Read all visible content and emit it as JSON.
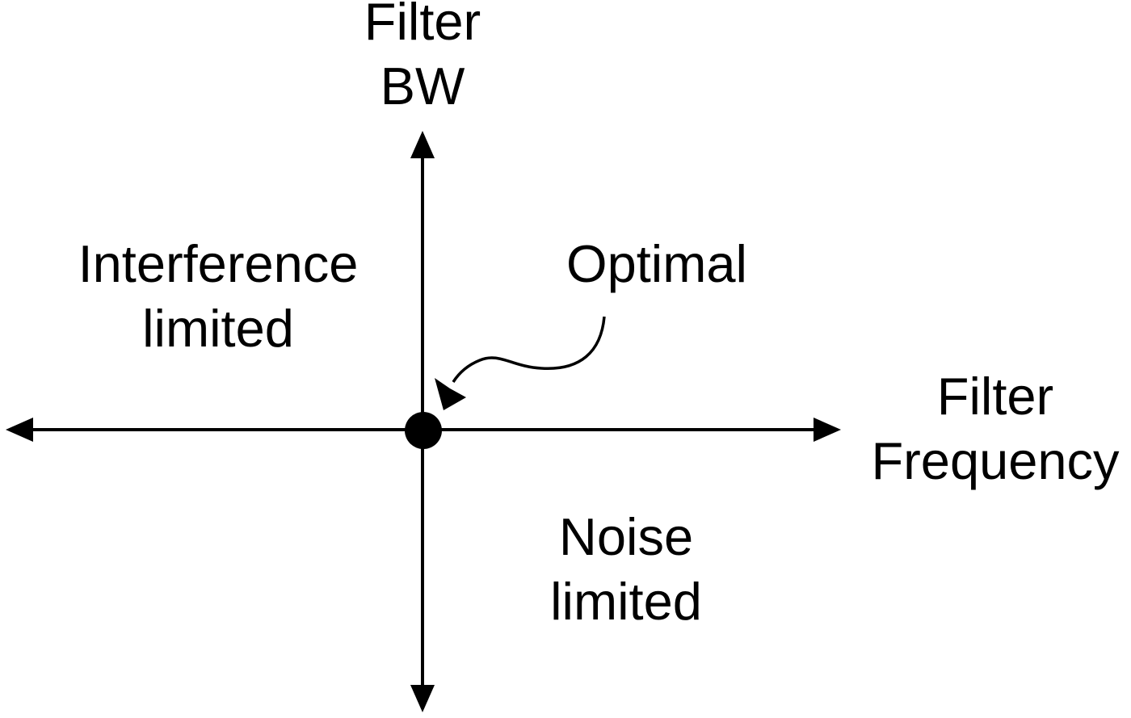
{
  "diagram": {
    "background_color": "#ffffff",
    "ink_color": "#000000",
    "y_axis": {
      "label_line1": "Filter",
      "label_line2": "BW"
    },
    "x_axis": {
      "label_line1": "Filter",
      "label_line2": "Frequency"
    },
    "quadrants": {
      "upper_left": {
        "line1": "Interference",
        "line2": "limited"
      },
      "lower_right": {
        "line1": "Noise",
        "line2": "limited"
      }
    },
    "origin": {
      "annotation": "Optimal"
    }
  }
}
